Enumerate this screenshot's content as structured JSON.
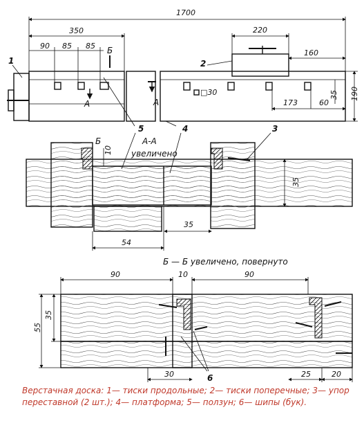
{
  "caption": "Верстачная доска: 1— тиски продольные; 2— тиски поперечные; 3— упор переставной (2 шт.); 4— платформа; 5— ползун; 6— шипы (бук).",
  "top_view": {
    "dims": {
      "length_total": "1700",
      "left_zone": "350",
      "d1": "90",
      "d2": "85",
      "d3": "85",
      "vise2_width": "220",
      "right_offset": "160",
      "right_173": "173",
      "right_60": "60",
      "square_hole": "□30",
      "height_35": "35",
      "height_190": "190"
    },
    "labels": {
      "part1": "1",
      "part2": "2",
      "section_a_left": "А",
      "section_a_right": "А",
      "section_b": "Б"
    }
  },
  "section_aa": {
    "title": "А-А",
    "subtitle": "увеличено",
    "label_b": "Б",
    "part5": "5",
    "part4": "4",
    "part3": "3",
    "dims": {
      "d10": "10",
      "d35_right": "35",
      "d35_bottom": "35",
      "d54": "54"
    }
  },
  "section_bb": {
    "title": "Б — Б увеличено, повернуто",
    "part6": "6",
    "dims": {
      "w90_left": "90",
      "w10": "10",
      "w90_right": "90",
      "h55": "55",
      "h35": "35",
      "b30": "30",
      "b25": "25",
      "b20": "20"
    }
  }
}
